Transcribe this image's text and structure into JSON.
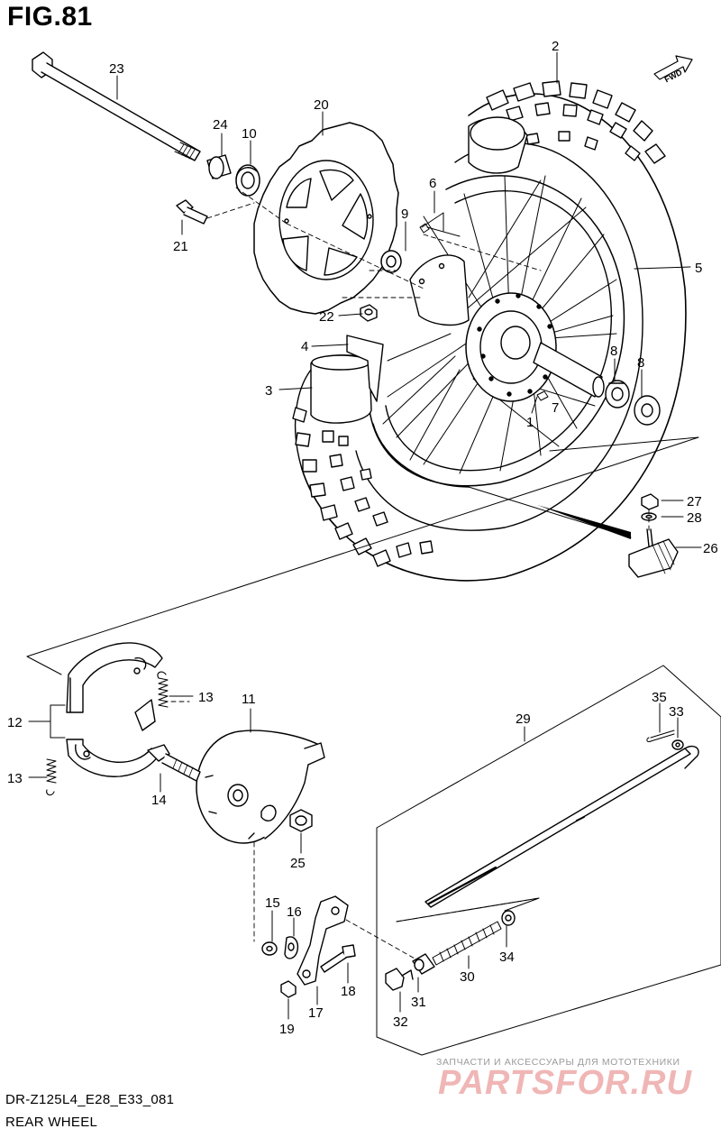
{
  "figure": {
    "title": "FIG.81",
    "model_code": "DR-Z125L4_E28_E33_081",
    "name": "REAR WHEEL"
  },
  "direction_tag": "FWD",
  "callouts": {
    "c1": "1",
    "c2": "2",
    "c3": "3",
    "c4": "4",
    "c5": "5",
    "c6": "6",
    "c7": "7",
    "c8a": "8",
    "c8b": "8",
    "c9": "9",
    "c10": "10",
    "c11": "11",
    "c12": "12",
    "c13a": "13",
    "c13b": "13",
    "c14": "14",
    "c15": "15",
    "c16": "16",
    "c17": "17",
    "c18": "18",
    "c19": "19",
    "c20": "20",
    "c21": "21",
    "c22": "22",
    "c23": "23",
    "c24": "24",
    "c25": "25",
    "c26": "26",
    "c27": "27",
    "c28": "28",
    "c29": "29",
    "c30": "30",
    "c31": "31",
    "c32": "32",
    "c33": "33",
    "c34": "34",
    "c35": "35"
  },
  "watermark": {
    "tagline": "ЗАПЧАСТИ И АКСЕССУАРЫ ДЛЯ МОТОТЕХНИКИ",
    "logo": "PARTSFOR.RU"
  },
  "colors": {
    "line": "#000000",
    "watermark_text": "#9a9a9a",
    "watermark_logo": "#f0b6b6"
  }
}
